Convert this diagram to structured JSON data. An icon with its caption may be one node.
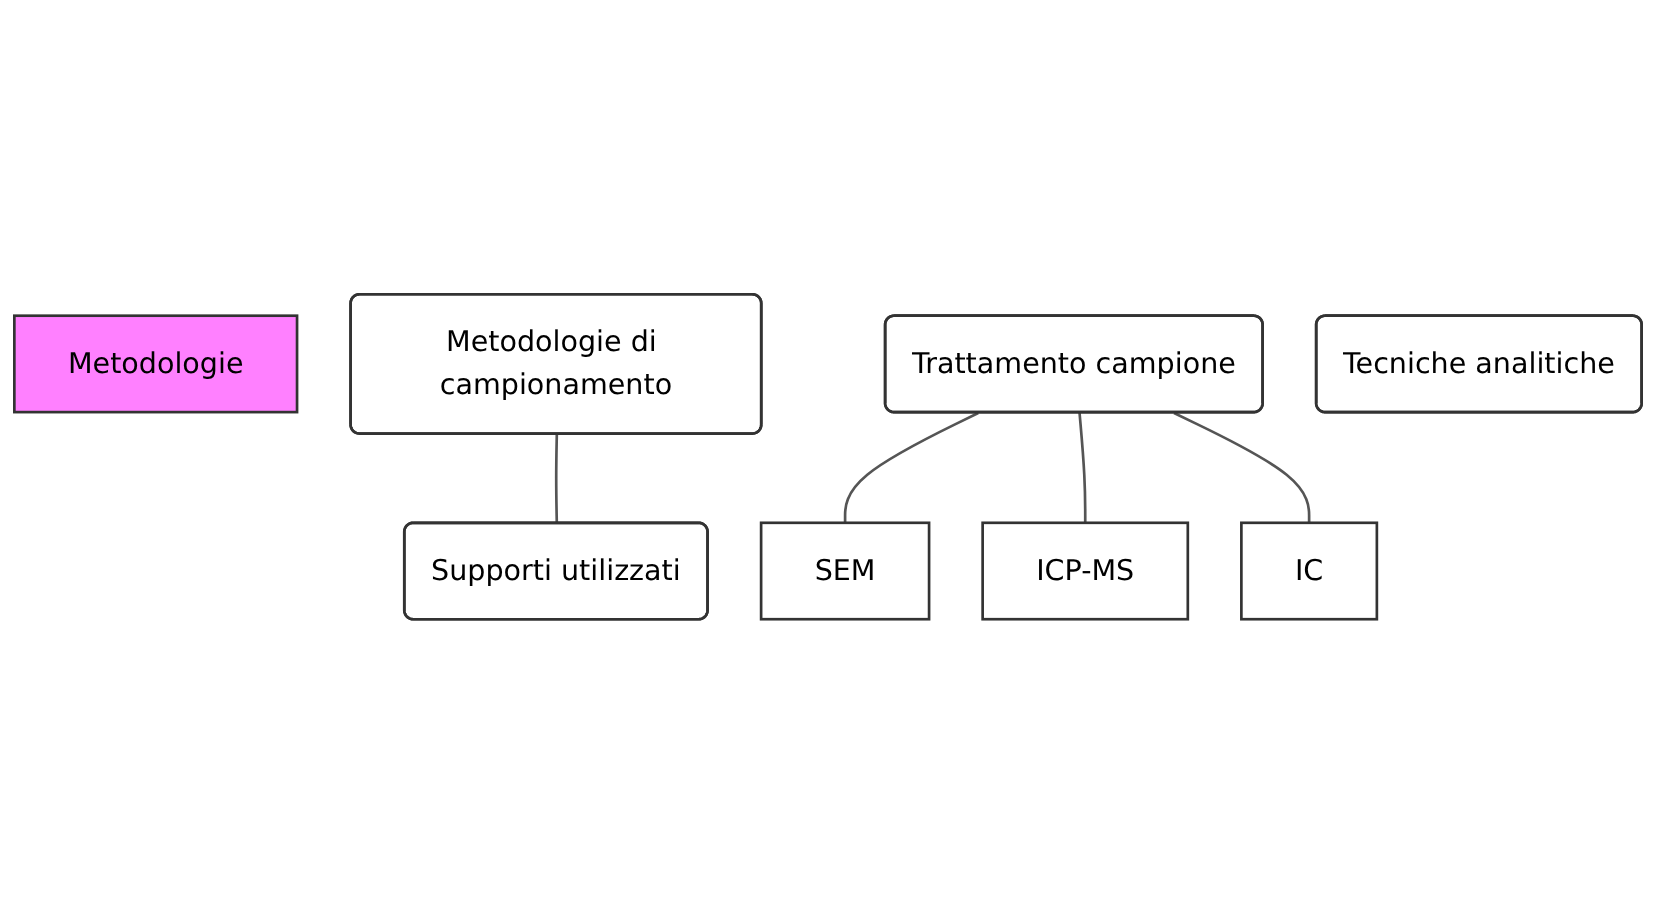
{
  "diagram": {
    "nodes": [
      {
        "text": [
          "Metodologie"
        ]
      },
      {
        "text": [
          "Metodologie di campionamento"
        ]
      },
      {
        "text": [
          "Trattamento campione"
        ]
      },
      {
        "text": [
          "Tecniche analitiche"
        ]
      },
      {
        "text": [
          "Supporti utilizzati"
        ]
      },
      {
        "text": [
          "SEM"
        ]
      },
      {
        "text": [
          "ICP-MS"
        ]
      },
      {
        "text": [
          "IC"
        ]
      }
    ],
    "edges": [
      {
        "from": 1,
        "to": 4,
        "arrow": "none"
      },
      {
        "from": 2,
        "to": 5,
        "arrow": "none"
      },
      {
        "from": 2,
        "to": 6,
        "arrow": "none"
      },
      {
        "from": 2,
        "to": 7,
        "arrow": "none"
      }
    ]
  }
}
